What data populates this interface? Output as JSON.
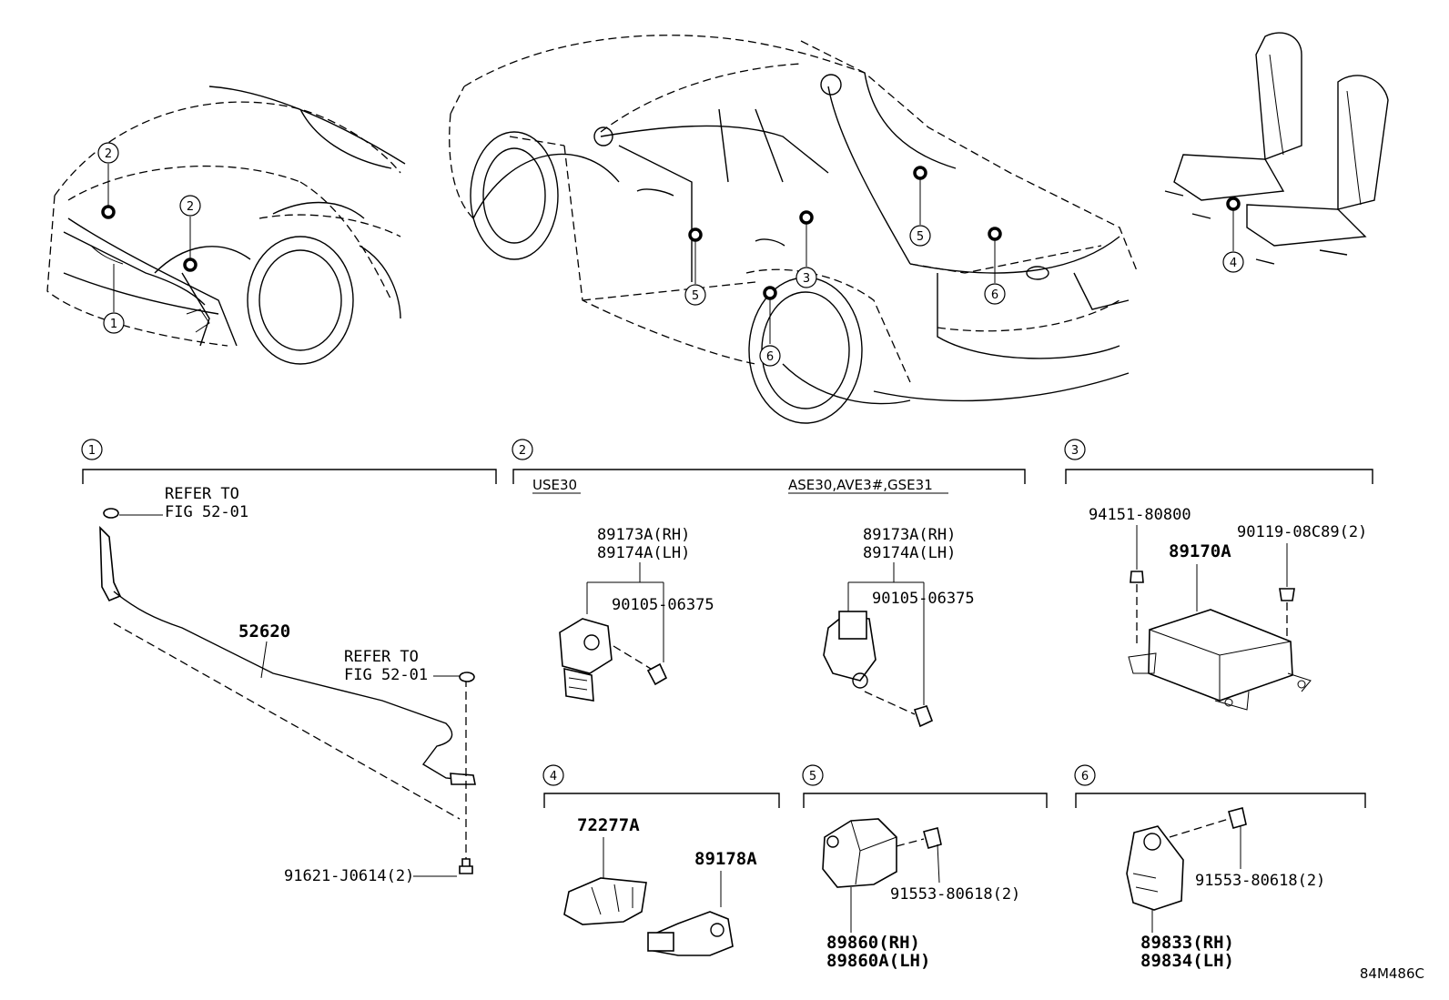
{
  "overview_callouts": [
    "1",
    "2",
    "2",
    "3",
    "4",
    "5",
    "5",
    "6",
    "6"
  ],
  "sections": [
    {
      "number": "1",
      "notes": [
        "REFER TO",
        "FIG 52-01",
        "REFER TO",
        "FIG 52-01"
      ],
      "parts": [
        "52620",
        "91621-J0614(2)"
      ]
    },
    {
      "number": "2",
      "variants": [
        "USE30",
        "ASE30,AVE3#,GSE31"
      ],
      "parts_left": [
        "89173A(RH)",
        "89174A(LH)",
        "90105-06375"
      ],
      "parts_right": [
        "89173A(RH)",
        "89174A(LH)",
        "90105-06375"
      ]
    },
    {
      "number": "3",
      "parts": [
        "94151-80800",
        "89170A",
        "90119-08C89(2)"
      ]
    },
    {
      "number": "4",
      "parts": [
        "72277A",
        "89178A"
      ]
    },
    {
      "number": "5",
      "parts": [
        "91553-80618(2)",
        "89860(RH)",
        "89860A(LH)"
      ]
    },
    {
      "number": "6",
      "parts": [
        "91553-80618(2)",
        "89833(RH)",
        "89834(LH)"
      ]
    }
  ],
  "diagram_code": "84M486C"
}
